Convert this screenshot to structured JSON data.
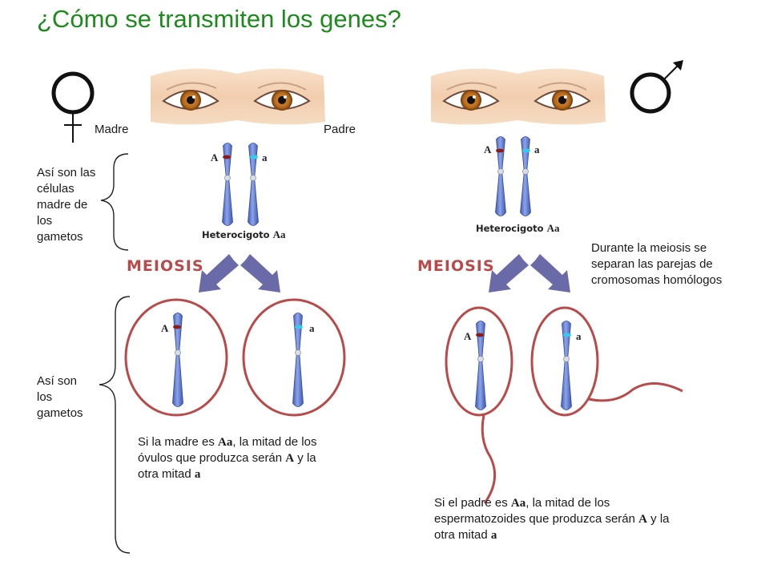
{
  "title": "¿Cómo se transmiten los genes?",
  "labels": {
    "madre": "Madre",
    "padre": "Padre",
    "celulas_madre": "Así son las células madre de los gametos",
    "gametos": "Así son los gametos",
    "meiosis_note": "Durante la meiosis se separan las parejas de cromosomas homólogos"
  },
  "meiosis_label": "MEIOSIS",
  "heterocigoto": {
    "word": "Heterocigoto",
    "genotype": "Aa"
  },
  "alleles": {
    "dominant": "A",
    "recessive": "a"
  },
  "mother_text": {
    "p1": "Si la madre es ",
    "g1": "Aa",
    "p2": ", la mitad de los óvulos que produzca serán ",
    "g2": "A",
    "p3": " y la otra mitad ",
    "g3": "a"
  },
  "father_text": {
    "p1": "Si el padre es ",
    "g1": "Aa",
    "p2": ", la mitad de los espermatozoides que produzca serán ",
    "g2": "A",
    "p3": " y la otra mitad ",
    "g3": "a"
  },
  "icons": [
    "female-symbol-icon",
    "male-symbol-icon",
    "eyes-icon",
    "chromosome-icon",
    "arrow-icon",
    "brace-icon"
  ],
  "colors": {
    "title": "#1e8a1e",
    "chromosome": "#5b78cc",
    "dominant_marker": "#8b1a1a",
    "recessive_marker": "#33ccee",
    "cell_outline": "#b84a4a",
    "arrow": "#6a6aa8",
    "meiosis": "#b94a4a"
  }
}
